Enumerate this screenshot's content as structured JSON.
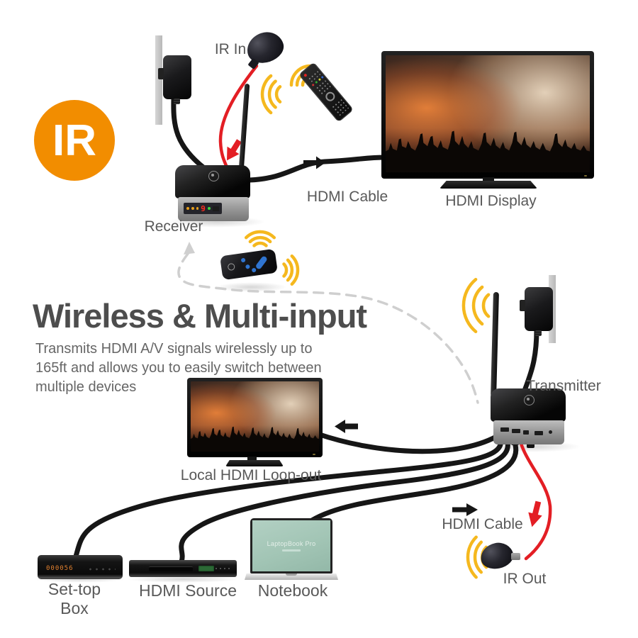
{
  "badge": {
    "label": "IR"
  },
  "title_block": {
    "heading": "Wireless & Multi-input",
    "desc_lines": [
      "Transmits HDMI A/V signals wirelessly up to",
      "165ft and allows you to easily switch between",
      "multiple devices"
    ]
  },
  "labels": {
    "ir_in": "IR In",
    "hdmi_cable_top": "HDMI Cable",
    "hdmi_display": "HDMI Display",
    "receiver": "Receiver",
    "local_loopout": "Local HDMI Loop-out",
    "transmitter": "Transmitter",
    "hdmi_cable_bottom": "HDMI Cable",
    "ir_out": "IR Out",
    "set_top_box": "Set-top Box",
    "hdmi_source": "HDMI Source",
    "notebook": "Notebook"
  },
  "devices": {
    "receiver_channel": "9",
    "settop_display": "000056",
    "laptop_screen_title": "LaptopBook Pro"
  },
  "colors": {
    "badge_orange": "#F28D00",
    "wave_yellow": "#F5B81E",
    "cable_red": "#E31E24",
    "label_gray": "#595959",
    "heading_gray": "#4D4D4D",
    "dashed_gray": "#CFCFCF"
  }
}
